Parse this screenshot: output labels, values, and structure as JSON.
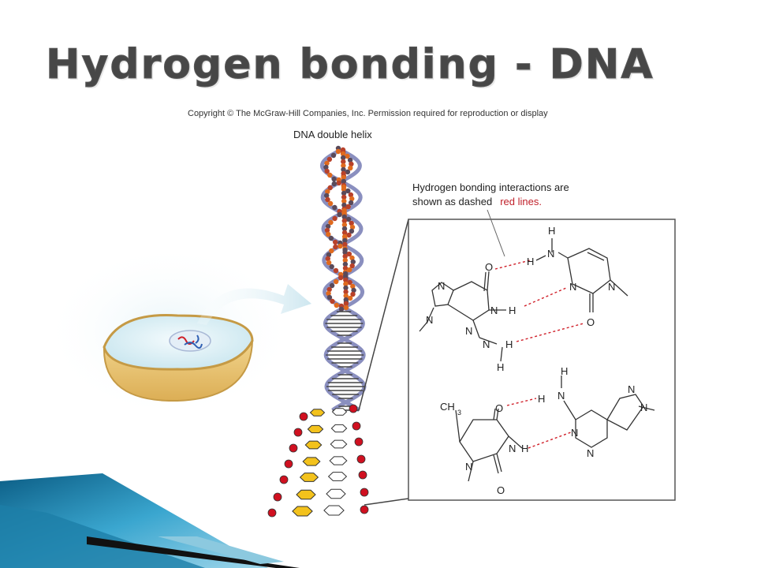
{
  "slide": {
    "title": "Hydrogen bonding - DNA"
  },
  "figure": {
    "copyright": "Copyright © The McGraw-Hill Companies, Inc. Permission required for reproduction or display",
    "helix_label": "DNA double helix",
    "note_line1": "Hydrogen bonding interactions are",
    "note_line2_a": "shown as dashed",
    "note_line2_b": "red lines.",
    "colors": {
      "hbond": "#d0202a",
      "bond": "#333333",
      "border": "#555555",
      "accent": "#1a7fa6"
    }
  },
  "atoms": {
    "H": "H",
    "N": "N",
    "O": "O",
    "CH": "CH",
    "three": "3"
  }
}
